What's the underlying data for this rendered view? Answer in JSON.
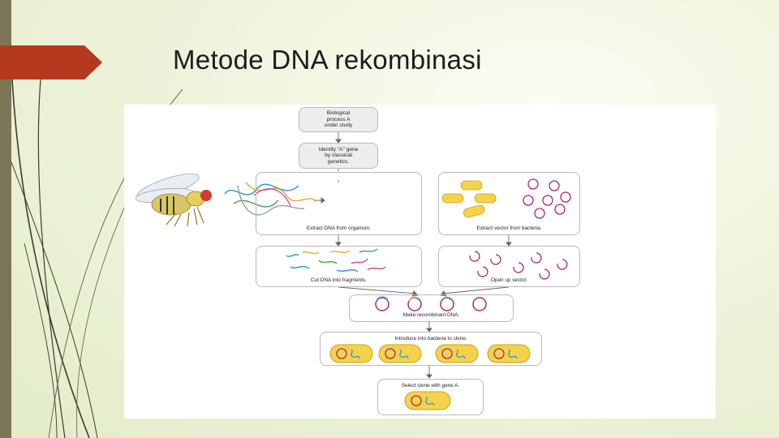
{
  "slide": {
    "title": "Metode DNA rekombinasi"
  },
  "diagram": {
    "step_biological_process": "Biological\nprocess A\nunder study",
    "step_identify_gene": "Identify \"A\" gene\nby classical\ngenetics.",
    "step_extract_dna": "Extract DNA from organism.",
    "step_extract_vector": "Extract vector from bacteria.",
    "step_cut_dna": "Cut DNA into fragments.",
    "step_open_vector": "Open up vector.",
    "step_make_recombinant": "Make recombinant DNA.",
    "step_introduce_bacteria": "Introduce into bacteria to clone.",
    "step_select_clone": "Select clone with gene A."
  },
  "colors": {
    "accent_arrow": "#b5391f",
    "side_bar": "#7c7558",
    "bacteria_fill": "#f4d24a",
    "plasmid": "#a3287d",
    "dna_blue": "#2a8fd0"
  }
}
